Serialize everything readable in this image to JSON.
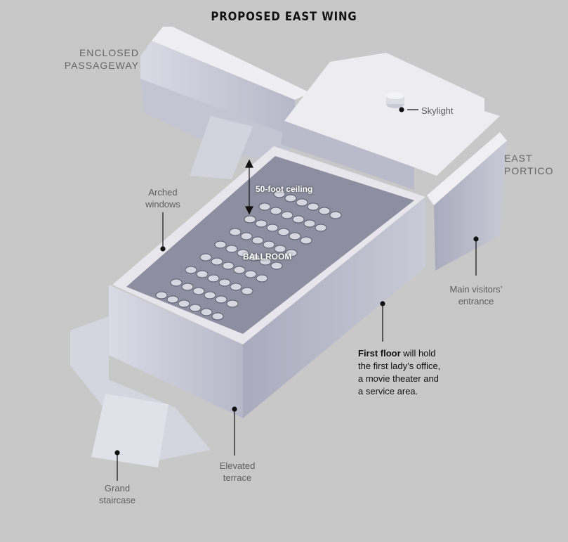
{
  "title": "PROPOSED EAST WING",
  "labels": {
    "enclosed_passageway": [
      "ENCLOSED",
      "PASSAGEWAY"
    ],
    "east_portico": [
      "EAST",
      "PORTICO"
    ],
    "skylight": "Skylight",
    "ceiling": "50-foot ceiling",
    "ballroom": "BALLROOM",
    "arched_windows": [
      "Arched",
      "windows"
    ],
    "main_entrance": [
      "Main visitors’",
      "entrance"
    ],
    "first_floor_bold": "First floor",
    "first_floor_rest": [
      " will hold",
      "the first lady’s office,",
      "a movie theater and",
      "a service area."
    ],
    "elevated_terrace": [
      "Elevated",
      "terrace"
    ],
    "grand_staircase": [
      "Grand",
      "staircase"
    ]
  },
  "colors": {
    "background": "#c8c8c8",
    "building": "#e9e9ef",
    "shadow": "#a9abbb",
    "floor": "#8d8fa0"
  }
}
